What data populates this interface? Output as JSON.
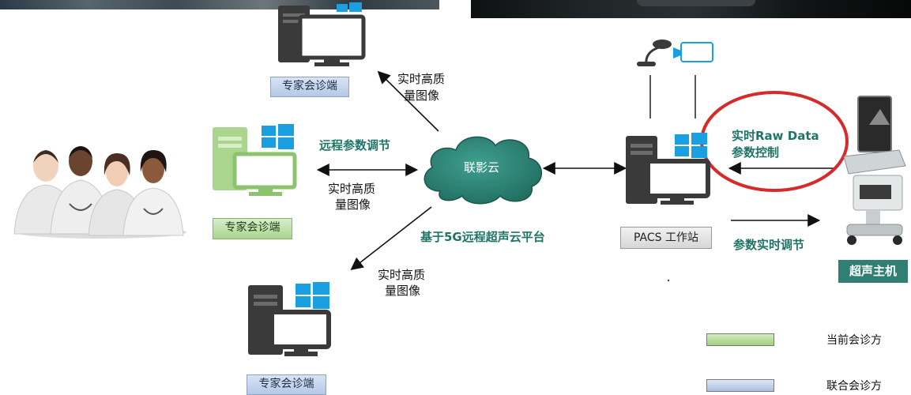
{
  "cloud": {
    "label": "联影云"
  },
  "platform": {
    "label": "基于5G远程超声云平台"
  },
  "experts": {
    "top": {
      "label": "专家会诊端"
    },
    "middle": {
      "label": "专家会诊端"
    },
    "bottom": {
      "label": "专家会诊端"
    }
  },
  "flows": {
    "top_image": {
      "line1": "实时高质",
      "line2": "量图像"
    },
    "middle_image": {
      "line1": "实时高质",
      "line2": "量图像"
    },
    "bottom_image": {
      "line1": "实时高质",
      "line2": "量图像"
    },
    "remote_param": "远程参数调节",
    "raw_data": {
      "line1": "实时Raw Data",
      "line2": "参数控制"
    },
    "param_realtime": "参数实时调节"
  },
  "workstation": {
    "label": "PACS 工作站"
  },
  "ultrasound": {
    "label": "超声主机"
  },
  "legend": [
    {
      "label": "当前会诊方",
      "color": "#a9d58f"
    },
    {
      "label": "联合会诊方",
      "color": "#b6c8e6"
    }
  ],
  "colors": {
    "accent": "#1e7467",
    "highlight_circle": "#d62b2b",
    "cloud": "#2f8678"
  }
}
